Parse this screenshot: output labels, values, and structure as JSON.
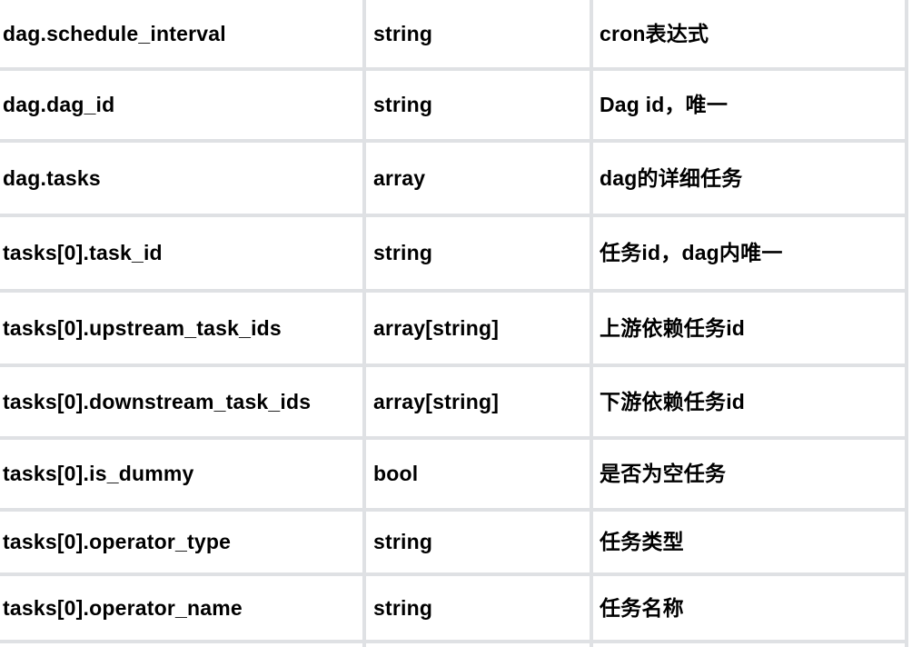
{
  "table": {
    "rows": [
      {
        "field": "dag.schedule_interval",
        "type": "string",
        "description": "cron表达式"
      },
      {
        "field": "dag.dag_id",
        "type": "string",
        "description": "Dag id，唯一"
      },
      {
        "field": "dag.tasks",
        "type": "array",
        "description": "dag的详细任务"
      },
      {
        "field": "tasks[0].task_id",
        "type": "string",
        "description": "任务id，dag内唯一"
      },
      {
        "field": "tasks[0].upstream_task_ids",
        "type": "array[string]",
        "description": "上游依赖任务id"
      },
      {
        "field": "tasks[0].downstream_task_ids",
        "type": "array[string]",
        "description": "下游依赖任务id"
      },
      {
        "field": "tasks[0].is_dummy",
        "type": "bool",
        "description": "是否为空任务"
      },
      {
        "field": "tasks[0].operator_type",
        "type": "string",
        "description": "任务类型"
      },
      {
        "field": "tasks[0].operator_name",
        "type": "string",
        "description": "任务名称"
      }
    ],
    "colors": {
      "border": "#dfe1e4",
      "text": "#000000",
      "background": "#ffffff"
    }
  }
}
